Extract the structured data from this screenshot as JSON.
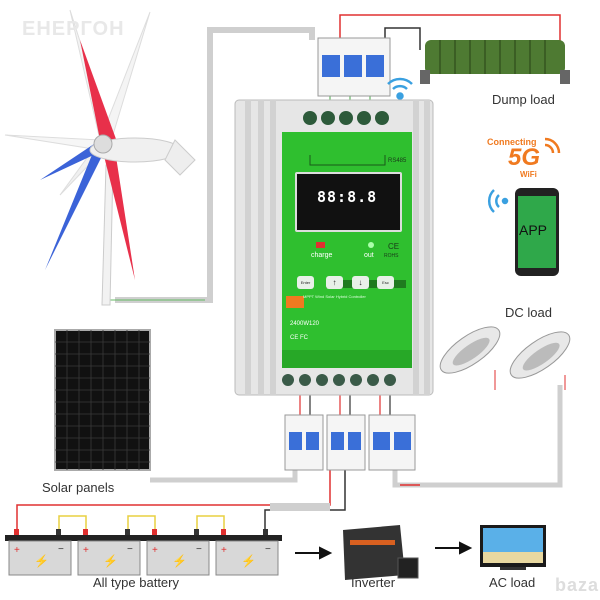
{
  "watermark_top": "ЕНЕРГОН",
  "watermark_bottom": "bazar",
  "labels": {
    "dump_load": "Dump load",
    "dc_load": "DC load",
    "solar_panels": "Solar panels",
    "battery": "All type battery",
    "inverter": "Inverter",
    "ac_load": "AC load"
  },
  "wifi": {
    "connecting": "Connecting",
    "badge": "5G",
    "wifi": "WiFi",
    "app": "APP"
  },
  "controller": {
    "rs485": "RS485",
    "display": "88:8.8",
    "charge": "charge",
    "out": "out",
    "ce": "CE",
    "rohs": "ROHS",
    "buttons": [
      "Enter",
      "↑",
      "↓",
      "Esc"
    ],
    "product_name": "MPPT Wind Solar Hybrid Controller",
    "model": "2400W120",
    "certs": "CE FC"
  },
  "colors": {
    "panel_green": "#2fbf2f",
    "wire_red": "#e03030",
    "wire_grey": "#cfcfcf",
    "accent_orange": "#f07a20",
    "wifi_blue": "#3aa0e0"
  }
}
